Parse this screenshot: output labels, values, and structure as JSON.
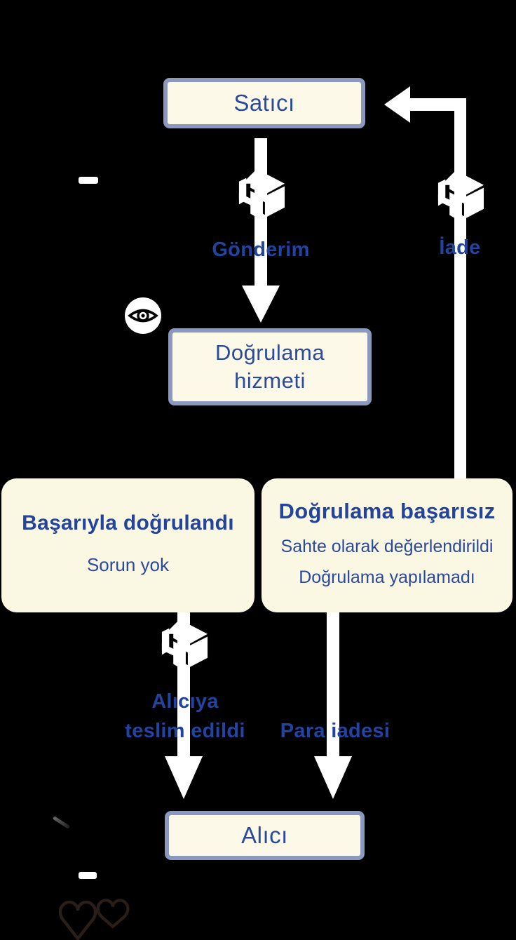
{
  "nodes": {
    "seller": {
      "label": "Satıcı"
    },
    "verification": {
      "label_line1": "Doğrulama",
      "label_line2": "hizmeti"
    },
    "buyer": {
      "label": "Alıcı"
    },
    "success": {
      "title": "Başarıyla doğrulandı",
      "subtitle": "Sorun yok"
    },
    "failure": {
      "title": "Doğrulama başarısız",
      "subtitle1": "Sahte olarak değerlendirildi",
      "subtitle2": "Doğrulama yapılamadı"
    }
  },
  "edges": {
    "shipment": {
      "label": "Gönderim"
    },
    "return": {
      "label": "İade"
    },
    "delivered": {
      "label_line1": "Alıcıya",
      "label_line2": "teslim edildi"
    },
    "refund": {
      "label": "Para iadesi"
    }
  },
  "icons": {
    "package": "package-icon",
    "eye": "eye-icon",
    "hearts": "hearts-icon"
  },
  "colors": {
    "background": "#000000",
    "node_fill": "#FCF9E8",
    "node_border": "#8C99BE",
    "result_fill": "#FAF7E3",
    "text_blue": "#2B4A9D",
    "edge_label_blue": "#2343A0",
    "arrow": "#FFFFFF",
    "heart_outline": "#2A1E18"
  }
}
